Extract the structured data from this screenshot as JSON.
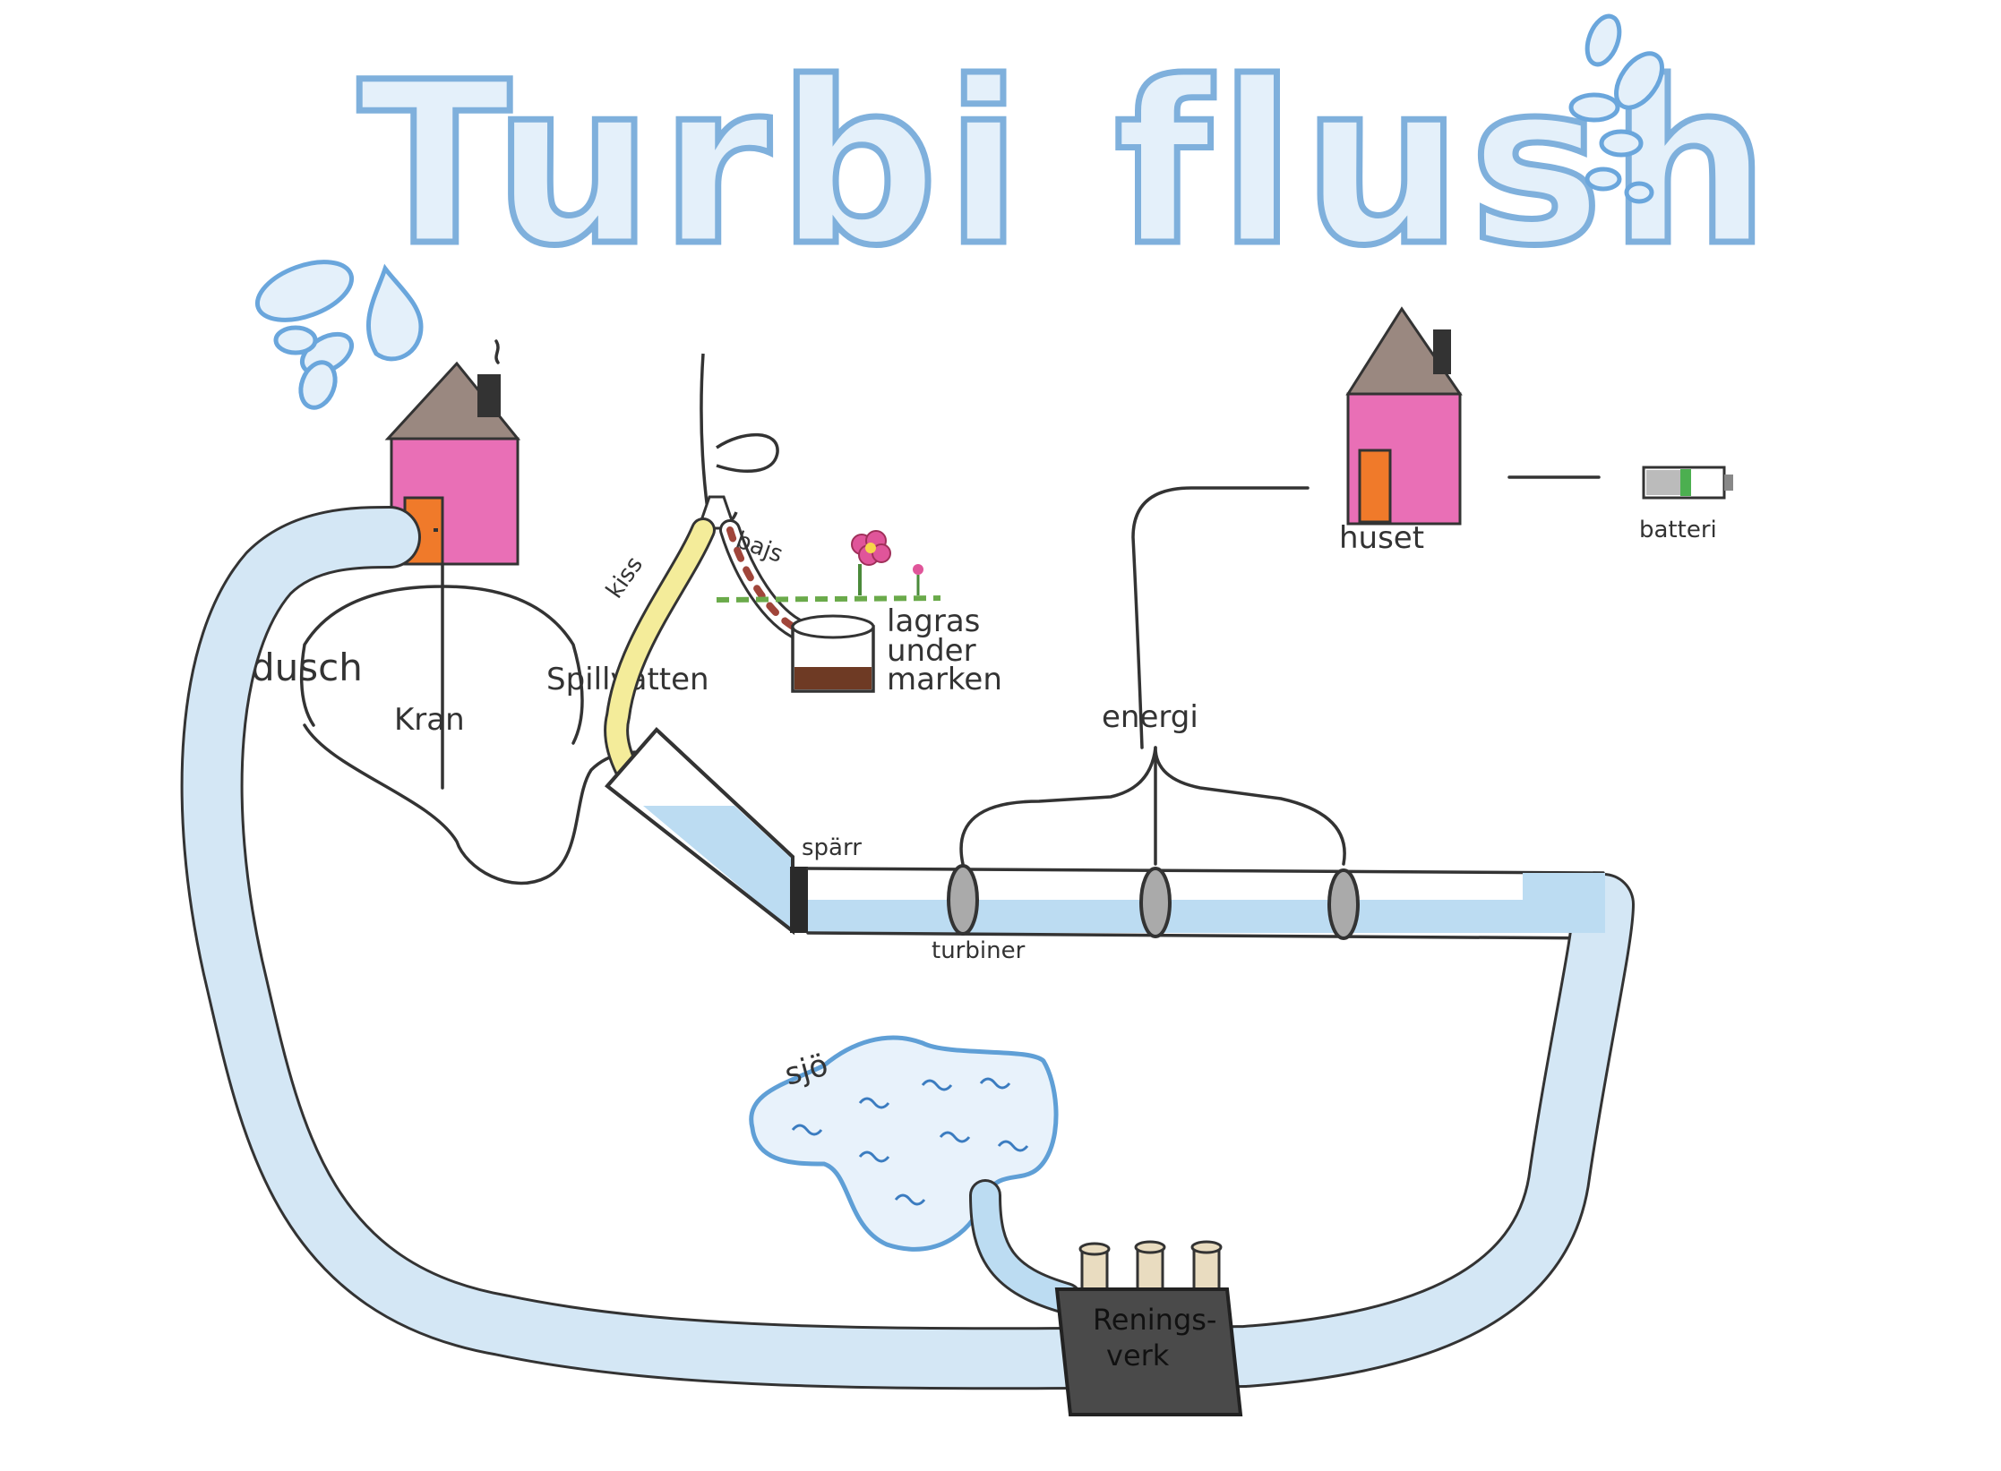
{
  "title": "Turbi flush",
  "labels": {
    "dusch": "dusch",
    "kran": "Kran",
    "spillvatten": "Spillvatten",
    "kiss": "kiss",
    "bajs": "bajs",
    "lagras": [
      "lagras",
      "under",
      "marken"
    ],
    "energi": "energi",
    "sparr": "spärr",
    "turbiner": "turbiner",
    "huset": "huset",
    "batteri": "batteri",
    "sjo": "sjö",
    "reningsverk": [
      "Renings-",
      "verk"
    ]
  },
  "colors": {
    "house_wall": "#e96fb6",
    "house_roof": "#9a8880",
    "door": "#f07a2a",
    "water": "#bcdcf2",
    "water_stroke": "#5f9fd6",
    "plant_dark": "#4a3a30",
    "plant_wall": "#3a3a3a",
    "battery_green": "#4caf50",
    "flower": "#e0559a"
  }
}
